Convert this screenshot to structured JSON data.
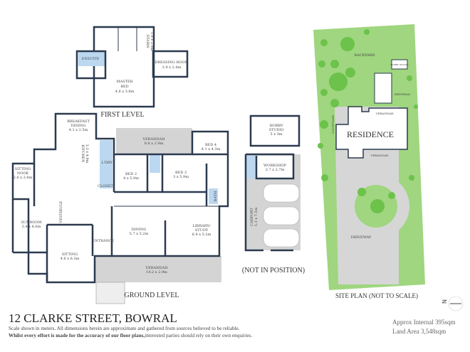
{
  "property": {
    "address": "12 CLARKE STREET, BOWRAL",
    "disclaimer_line1": "Scale shown in meters. All dimensions herein are approximate and gathered from sources believed to be  reliable.",
    "disclaimer_line2_bold": "Whilst every effort is made for the accuracy of our floor plans,",
    "disclaimer_line2_rest": "interested parties should rely on their own enquiries.",
    "internal_area": "Approx Internal 395sqm",
    "land_area": "Land Area 3,548sqm"
  },
  "first_level": {
    "heading": "FIRST LEVEL",
    "rooms": {
      "ensuite": "ENSUITE",
      "master_bed_name": "MASTER",
      "master_bed_name2": "BED",
      "master_bed_dims": "4.8 x 3.8m",
      "dressing_name": "DRESSING ROOM",
      "dressing_dims": "3.9 x 2.4m",
      "stairs": "STAIRS",
      "stairs_dims": "1.8 x 2.9m"
    }
  },
  "ground_level": {
    "heading": "GROUND LEVEL",
    "rooms": {
      "breakfast_name": "BREAKFAST",
      "breakfast_name2": "DINING",
      "breakfast_dims": "4.1 x 2.5m",
      "kitchen_name": "KITCHEN",
      "kitchen_dims": "3.3 x 4.9m",
      "laundry": "L'DRY",
      "verandah_top_name": "VERANDAH",
      "verandah_top_dims": "8.6 x 2.9m",
      "bed4_name": "BED 4",
      "bed4_dims": "4.1 x 4.3m",
      "bed2_name": "BED 2",
      "bed2_dims": "4 x 5.9m",
      "bed3_name": "BED 3",
      "bed3_dims": "3 x 5.9m",
      "sitting_nook_name": "SITTING",
      "sitting_nook_name2": "NOOK",
      "sitting_nook_dims": "2.6 x 3.8m",
      "vestibule": "VESTIBULE",
      "sunroom_name": "SUNROOM",
      "sunroom_dims": "3.4 x 6.6m",
      "sitting_name": "SITTING",
      "sitting_dims": "4.6 x 6.3m",
      "entrance": "ENTRANCE",
      "dining_name": "DINING",
      "dining_dims": "5.7 x 5.2m",
      "library_name": "LIBRARY/",
      "library_name2": "STUDY",
      "library_dims": "6.4 x 5.2m",
      "verandah_front_name": "VERANDAH",
      "verandah_front_dims": "14.2 x 2.9m",
      "bath": "BATH",
      "closet": "CLOSET"
    }
  },
  "outbuildings": {
    "note": "(NOT IN POSITION)",
    "hobby_name": "HOBBY",
    "hobby_name2": "STUDIO",
    "hobby_dims": "5 x 3m",
    "workshop_name": "WORKSHOP",
    "workshop_dims": "3.7 x 2.7m",
    "carport_name": "CARPORT",
    "carport_dims": "5.3 x 7.5m"
  },
  "site_plan": {
    "caption": "SITE PLAN (NOT TO SCALE)",
    "residence": "RESIDENCE",
    "backyard": "BACKYARD",
    "driveway_top": "DRIVEWAY",
    "driveway": "DRIVEWAY",
    "verandah_rear": "VERANDAH",
    "verandah_front": "VERANDAH",
    "courtyard": "COURTYARD",
    "hobby_studio": "HOBBY STUDIO",
    "colors": {
      "lawn": "#9fd67f",
      "tree": "#6cc24a",
      "paving": "#d6d6d6"
    }
  },
  "compass": {
    "north_label": "N",
    "icon": "north-arrow-icon"
  },
  "colors": {
    "wall": "#2b3a4f",
    "wet_area": "#bcd8f0",
    "verandah": "#d4d4d4"
  }
}
